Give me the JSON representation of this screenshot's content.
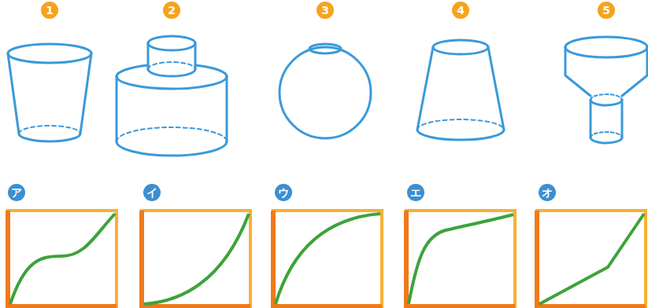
{
  "diagram": {
    "nodes": [
      {
        "text": [
          "1"
        ]
      },
      {
        "text": [
          "2"
        ]
      },
      {
        "text": [
          "3"
        ]
      },
      {
        "text": [
          "4"
        ]
      },
      {
        "text": [
          "5"
        ]
      },
      {
        "text": [
          "ア"
        ]
      },
      {
        "text": [
          "イ"
        ]
      },
      {
        "text": [
          "ウ"
        ]
      },
      {
        "text": [
          "エ"
        ]
      },
      {
        "text": [
          "オ"
        ]
      }
    ]
  }
}
